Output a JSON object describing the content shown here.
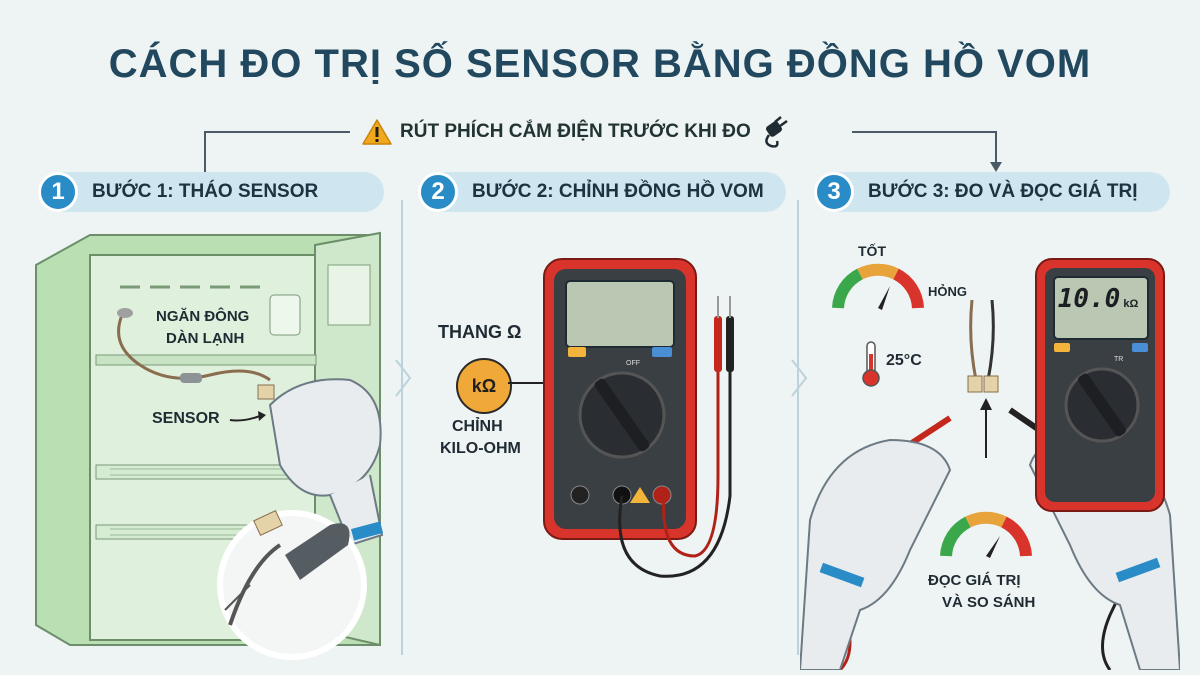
{
  "title": "CÁCH ĐO TRỊ SỐ SENSOR BẰNG ĐỒNG HỒ VOM",
  "warning": "RÚT PHÍCH CẮM ĐIỆN TRƯỚC KHI ĐO",
  "steps": [
    {
      "number": "1",
      "label": "BƯỚC 1: THÁO SENSOR"
    },
    {
      "number": "2",
      "label": "BƯỚC 2: CHỈNH ĐỒNG HỒ VOM"
    },
    {
      "number": "3",
      "label": "BƯỚC 3: ĐO VÀ ĐỌC GIÁ TRỊ"
    }
  ],
  "step1": {
    "compartment_line1": "NGĂN ĐÔNG",
    "compartment_line2": "DÀN LẠNH",
    "sensor": "SENSOR"
  },
  "step2": {
    "scale": "THANG Ω",
    "unit": "kΩ",
    "adjust_line1": "CHỈNH",
    "adjust_line2": "KILO-OHM"
  },
  "step3": {
    "good": "TỐT",
    "bad": "HỎNG",
    "temperature": "25°C",
    "reading": "10.0",
    "reading_unit": "kΩ",
    "read_line1": "ĐỌC GIÁ TRỊ",
    "read_line2": "VÀ SO SÁNH"
  },
  "meter_labels": {
    "off": "OFF",
    "tr": "TR"
  },
  "colors": {
    "title": "#21485e",
    "step_badge": "#2a8cc7",
    "step_bar": "#cfe6f1",
    "meter_body": "#d9342b",
    "fridge": "#b9dfb3",
    "unit_badge": "#f0a838"
  }
}
